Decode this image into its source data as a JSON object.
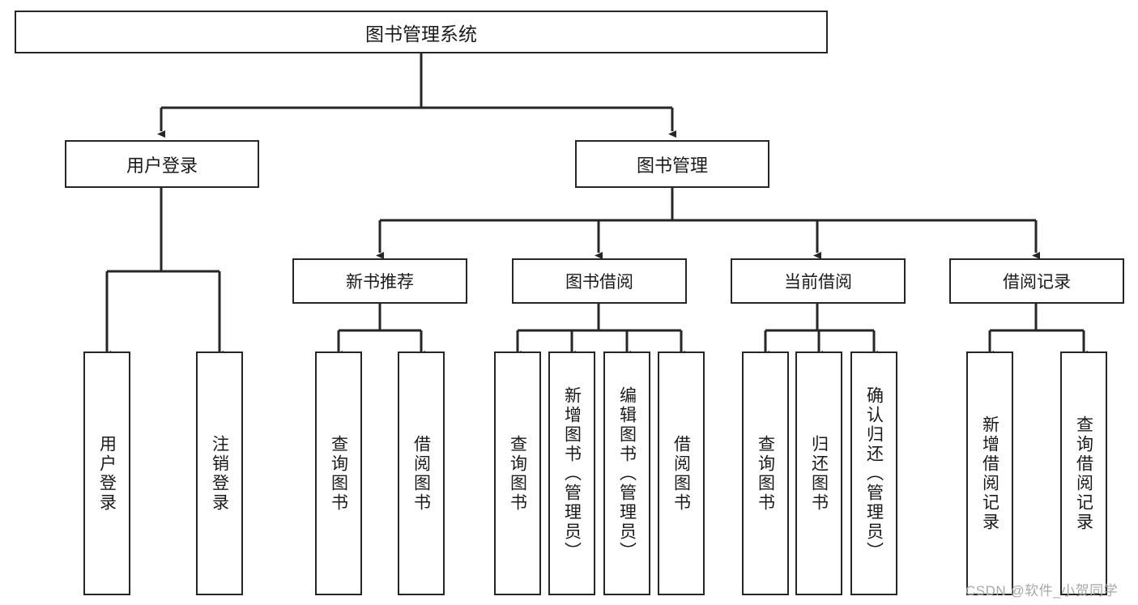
{
  "diagram": {
    "title": "图书管理系统",
    "type": "hierarchy-tree",
    "root": {
      "label": "图书管理系统"
    },
    "level2": [
      {
        "id": "user-login",
        "label": "用户登录"
      },
      {
        "id": "book-manage",
        "label": "图书管理"
      }
    ],
    "level3": [
      {
        "id": "new-book-rec",
        "label": "新书推荐",
        "parent": "book-manage"
      },
      {
        "id": "book-borrow",
        "label": "图书借阅",
        "parent": "book-manage"
      },
      {
        "id": "current-borrow",
        "label": "当前借阅",
        "parent": "book-manage"
      },
      {
        "id": "borrow-record",
        "label": "借阅记录",
        "parent": "book-manage"
      }
    ],
    "leaves": [
      {
        "id": "leaf-user-login",
        "label": "用户登录",
        "parent": "user-login"
      },
      {
        "id": "leaf-user-logout",
        "label": "注销登录",
        "parent": "user-login"
      },
      {
        "id": "leaf-query-book-1",
        "label": "查询图书",
        "parent": "new-book-rec"
      },
      {
        "id": "leaf-borrow-book-1",
        "label": "借阅图书",
        "parent": "new-book-rec"
      },
      {
        "id": "leaf-query-book-2",
        "label": "查询图书",
        "parent": "book-borrow"
      },
      {
        "id": "leaf-add-book",
        "label": "新增图书（管理员）",
        "parent": "book-borrow"
      },
      {
        "id": "leaf-edit-book",
        "label": "编辑图书（管理员）",
        "parent": "book-borrow"
      },
      {
        "id": "leaf-borrow-book-2",
        "label": "借阅图书",
        "parent": "book-borrow"
      },
      {
        "id": "leaf-query-book-3",
        "label": "查询图书",
        "parent": "current-borrow"
      },
      {
        "id": "leaf-return-book",
        "label": "归还图书",
        "parent": "current-borrow"
      },
      {
        "id": "leaf-confirm-return",
        "label": "确认归还（管理员）",
        "parent": "current-borrow"
      },
      {
        "id": "leaf-add-record",
        "label": "新增借阅记录",
        "parent": "borrow-record"
      },
      {
        "id": "leaf-query-record",
        "label": "查询借阅记录",
        "parent": "borrow-record"
      }
    ],
    "watermark": "CSDN @软件_小贺同学",
    "colors": {
      "stroke": "#262626",
      "fill": "#ffffff",
      "text": "#1a1a1a",
      "watermark": "#a8a8a8"
    }
  }
}
